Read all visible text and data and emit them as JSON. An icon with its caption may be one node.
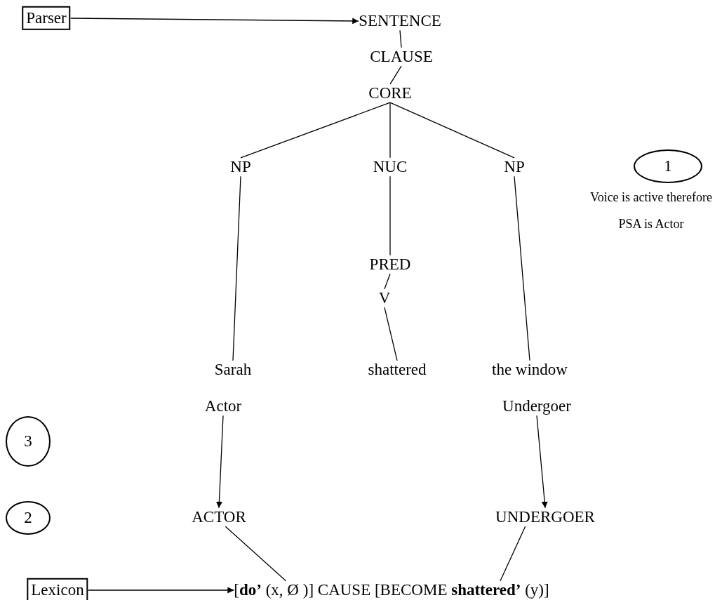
{
  "diagram": {
    "nodes": [
      {
        "text": [
          "Parser"
        ]
      },
      {
        "text": [
          "SENTENCE"
        ]
      },
      {
        "text": [
          "CLAUSE"
        ]
      },
      {
        "text": [
          "CORE"
        ]
      },
      {
        "text": [
          "NP"
        ]
      },
      {
        "text": [
          "NUC"
        ]
      },
      {
        "text": [
          "NP"
        ]
      },
      {
        "text": [
          "1"
        ],
        "beside": [
          "Voice is active therefore PSA is Actor"
        ]
      },
      {
        "text": [
          "PRED"
        ]
      },
      {
        "text": [
          "V"
        ]
      },
      {
        "text": [
          "Sarah"
        ]
      },
      {
        "text": [
          "shattered"
        ]
      },
      {
        "text": [
          "the window"
        ]
      },
      {
        "text": [
          "Actor"
        ]
      },
      {
        "text": [
          "Undergoer"
        ]
      },
      {
        "text": [
          "3"
        ]
      },
      {
        "text": [
          "ACTOR"
        ]
      },
      {
        "text": [
          "UNDERGOER"
        ]
      },
      {
        "text": [
          "2"
        ]
      },
      {
        "text": [
          "Lexicon"
        ]
      },
      {
        "text": [
          "[**do’** (x, Ø )] CAUSE [BECOME **shattered’** (y)]"
        ]
      }
    ],
    "edges": [
      {
        "from": 0,
        "to": 1,
        "arrow": "to"
      },
      {
        "from": 1,
        "to": 2,
        "arrow": "none"
      },
      {
        "from": 2,
        "to": 3,
        "arrow": "none"
      },
      {
        "from": 3,
        "to": 4,
        "arrow": "none"
      },
      {
        "from": 3,
        "to": 5,
        "arrow": "none"
      },
      {
        "from": 3,
        "to": 6,
        "arrow": "none"
      },
      {
        "from": 4,
        "to": 10,
        "arrow": "none"
      },
      {
        "from": 5,
        "to": 8,
        "arrow": "none"
      },
      {
        "from": 8,
        "to": 9,
        "arrow": "none"
      },
      {
        "from": 9,
        "to": 11,
        "arrow": "none"
      },
      {
        "from": 6,
        "to": 12,
        "arrow": "none"
      },
      {
        "from": 13,
        "to": 16,
        "arrow": "to"
      },
      {
        "from": 14,
        "to": 17,
        "arrow": "to"
      },
      {
        "from": 19,
        "to": 20,
        "arrow": "to"
      },
      {
        "from": 16,
        "to": 20,
        "arrow": "none"
      },
      {
        "from": 17,
        "to": 20,
        "arrow": "none"
      }
    ]
  }
}
